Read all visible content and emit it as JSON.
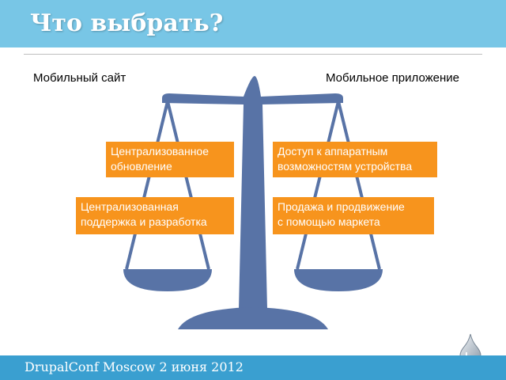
{
  "header": {
    "title": "Что выбрать?"
  },
  "labels": {
    "left": "Мобильный сайт",
    "right": "Мобильное приложение"
  },
  "boxes": {
    "b1_line1": "Централизованное",
    "b1_line2": "обновление",
    "b2_line1": "Централизованная",
    "b2_line2": "поддержка и разработка",
    "b3_line1": "Доступ к аппаратным",
    "b3_line2": "возможностям устройства",
    "b4_line1": "Продажа и продвижение",
    "b4_line2": "с помощью маркета"
  },
  "footer": {
    "text": "DrupalConf Moscow 2 июня 2012"
  },
  "icons": {
    "scale": "balance-scale-icon",
    "drop": "drupal-drop-icon"
  },
  "colors": {
    "header": "#78c6e6",
    "footer": "#3a9fd0",
    "scale": "#5873a6",
    "box": "#f7941d",
    "box_text": "#ffffff"
  }
}
